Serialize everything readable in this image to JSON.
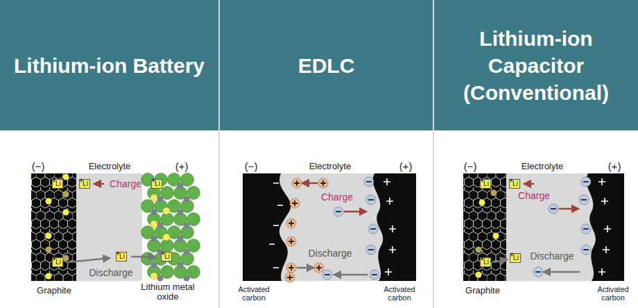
{
  "diagram": {
    "nodes": [
      {
        "text": [
          "Lithium-ion Battery"
        ]
      },
      {
        "text": [
          "EDLC"
        ]
      },
      {
        "text": [
          "Lithium-ion Capacitor (Conventional)"
        ]
      },
      {
        "text": [
          "Li"
        ]
      },
      {
        "text": [
          "Li"
        ]
      },
      {
        "text": [
          "Li"
        ]
      },
      {
        "text": [
          "Li"
        ]
      },
      {
        "text": [
          "Li"
        ]
      },
      {
        "text": [
          "Li"
        ]
      },
      {
        "text": [
          "Li"
        ]
      },
      {
        "text": [
          "Li"
        ]
      },
      {
        "text": [
          "Li"
        ]
      },
      {
        "text": [
          "Li"
        ]
      }
    ],
    "labels": [
      "(−)",
      "Electrolyte",
      "(+)",
      "Charge",
      "Discharge",
      "Graphite",
      "Lithium metal oxide",
      "(−)",
      "Electrolyte",
      "(+)",
      "Charge",
      "Discharge",
      "Activated carbon",
      "Activated carbon",
      "(−)",
      "Electrolyte",
      "(+)",
      "Charge",
      "Discharge",
      "Graphite",
      "Activated carbon"
    ]
  }
}
